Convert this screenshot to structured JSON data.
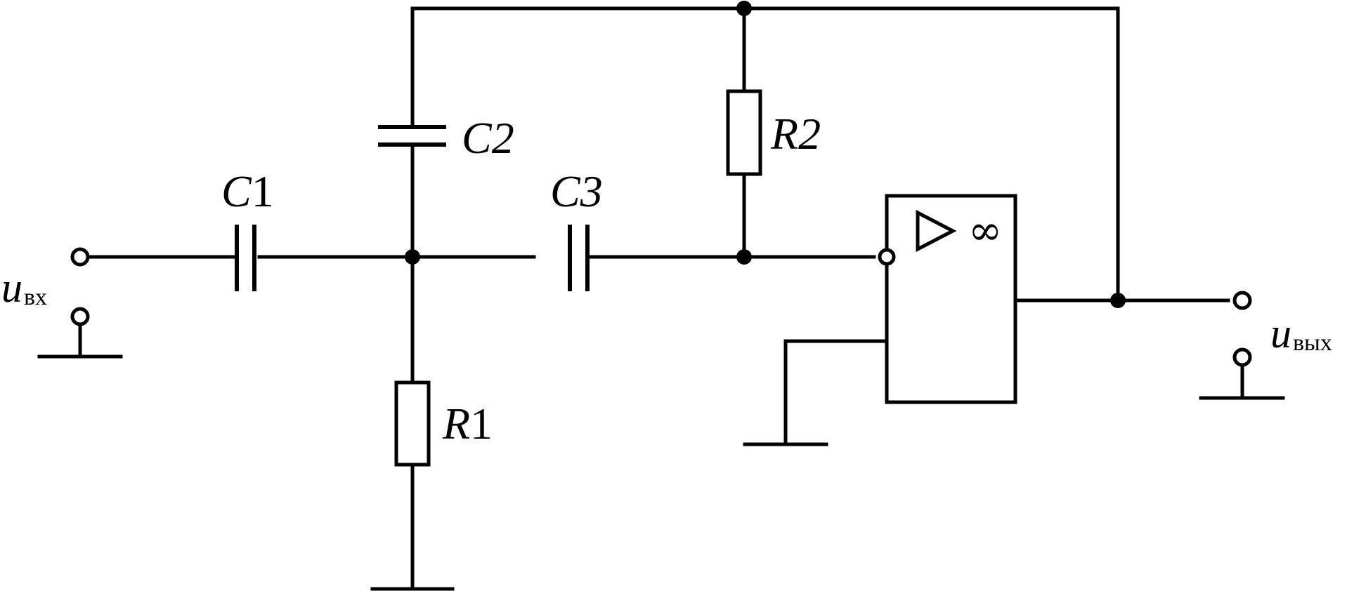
{
  "labels": {
    "c1": {
      "letter": "C",
      "number": "1"
    },
    "c2": {
      "letter": "C",
      "number": "2"
    },
    "c3": {
      "letter": "C",
      "number": "3"
    },
    "r1": {
      "letter": "R",
      "number": "1"
    },
    "r2": {
      "letter": "R",
      "number": "2"
    },
    "input_voltage": {
      "symbol": "u",
      "subscript": "вх"
    },
    "output_voltage": {
      "symbol": "u",
      "subscript": "вых"
    },
    "opamp_gain": "∞"
  }
}
